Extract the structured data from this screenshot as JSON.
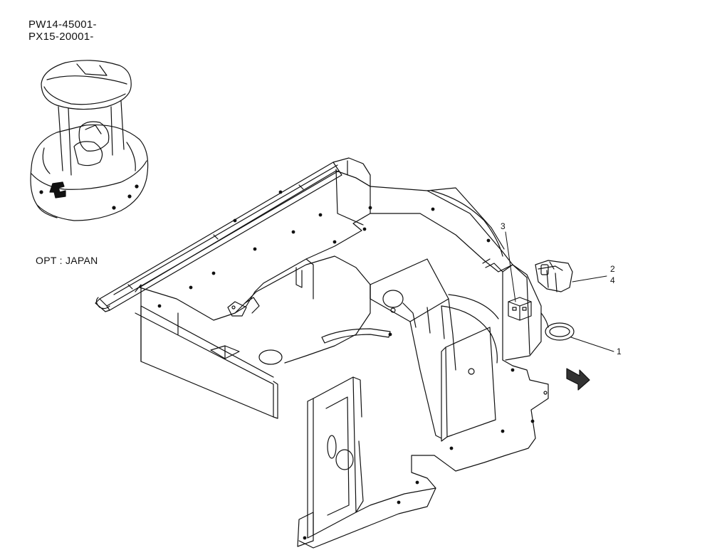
{
  "header": {
    "serial_lines": [
      "PW14-45001-",
      "PX15-20001-"
    ]
  },
  "option_label": "OPT : JAPAN",
  "callouts": [
    {
      "id": "3"
    },
    {
      "id": "2"
    },
    {
      "id": "4"
    },
    {
      "id": "1"
    }
  ],
  "icons": {
    "machine_thumbnail": "excavator-cab-icon",
    "location_marker": "wrench-marker-icon",
    "direction_arrow": "front-arrow-icon"
  },
  "colors": {
    "line": "#111111",
    "background": "#ffffff"
  }
}
